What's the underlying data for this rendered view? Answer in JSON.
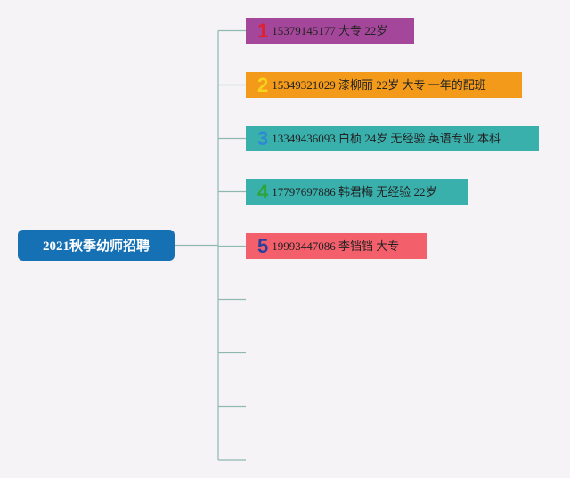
{
  "root": {
    "label": "2021秋季幼师招聘",
    "color": "#1570b4"
  },
  "connector_color": "#8fb9b0",
  "branches": [
    {
      "number": "1",
      "text": "15379145177 大专 22岁",
      "bg": "#a4479a",
      "num_color": "#e0202d"
    },
    {
      "number": "2",
      "text": "15349321029 漆柳丽 22岁 大专 一年的配班",
      "bg": "#f39a1b",
      "num_color": "#f7d41b"
    },
    {
      "number": "3",
      "text": "13349436093 白桢 24岁 无经验 英语专业 本科",
      "bg": "#3ab0ad",
      "num_color": "#2e88d4"
    },
    {
      "number": "4",
      "text": "17797697886 韩君梅 无经验 22岁",
      "bg": "#3ab0ad",
      "num_color": "#2ea33a"
    },
    {
      "number": "5",
      "text": "19993447086 李铛铛 大专",
      "bg": "#f35f6b",
      "num_color": "#2a3f9c"
    }
  ]
}
